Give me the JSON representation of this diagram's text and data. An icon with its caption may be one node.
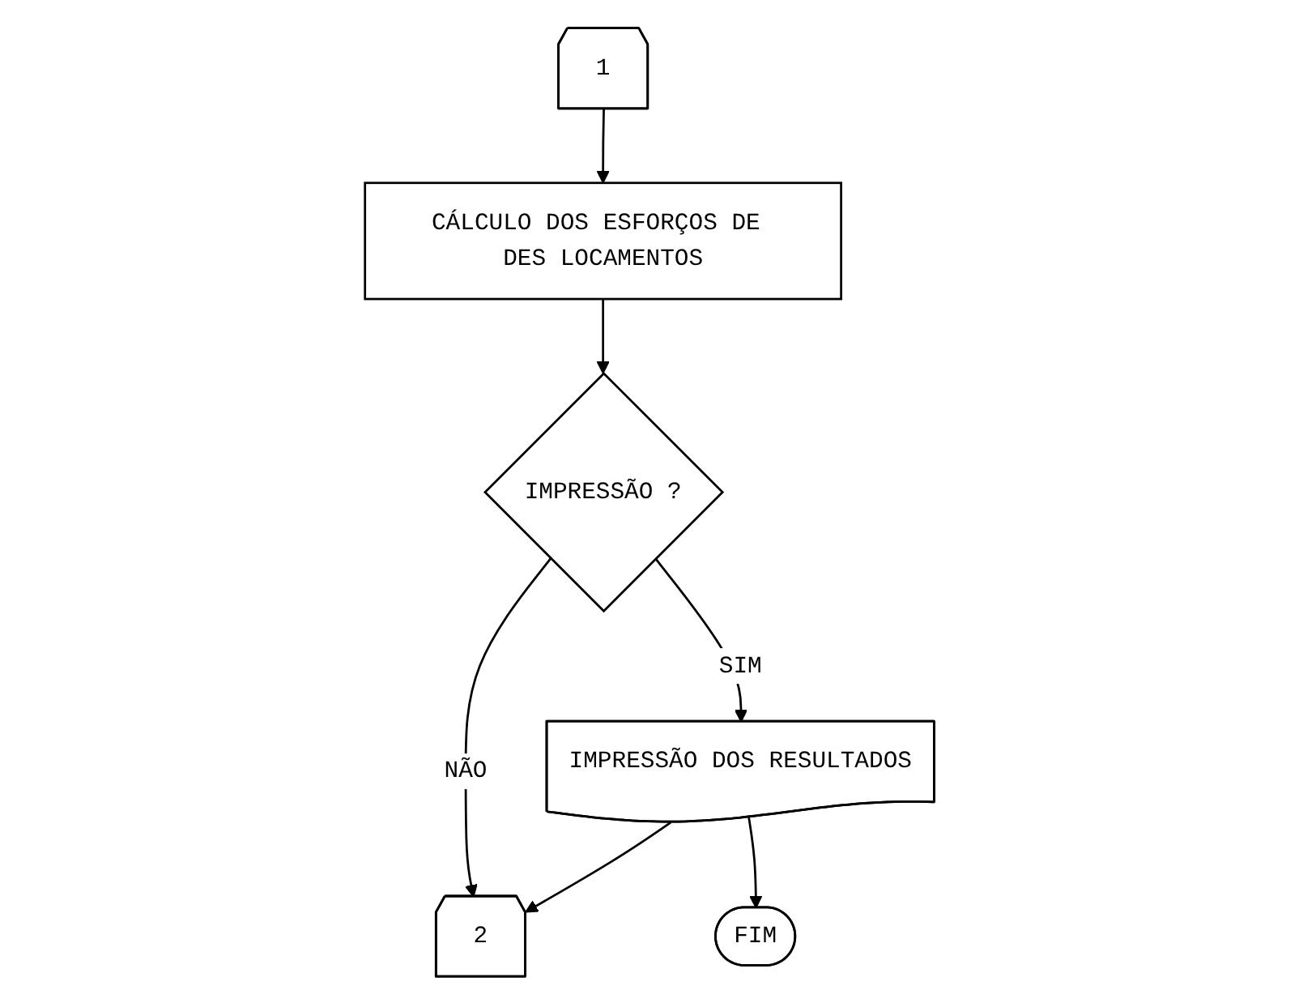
{
  "diagram": {
    "nodes": [
      {
        "text": [
          "2"
        ]
      },
      {
        "text": [
          "1"
        ]
      },
      {
        "text": [
          "CÁLCULO DOS ESFORÇOS DE DES LOCAMENTOS"
        ]
      },
      {
        "text": [
          "IMPRESSÃO ?"
        ]
      },
      {
        "text": [
          "IMPRESSÃO DOS RESULTADOS"
        ]
      },
      {
        "text": [
          "FIM"
        ]
      }
    ],
    "edges": [
      {
        "from": 1,
        "to": 2,
        "arrow": "to"
      },
      {
        "from": 2,
        "to": 3,
        "arrow": "to"
      },
      {
        "from": 3,
        "to": 0,
        "arrow": "to",
        "label": "NÃO"
      },
      {
        "from": 3,
        "to": 4,
        "arrow": "to",
        "label": "SIM"
      },
      {
        "from": 4,
        "to": 0,
        "arrow": "to"
      },
      {
        "from": 4,
        "to": 5,
        "arrow": "to"
      }
    ]
  }
}
